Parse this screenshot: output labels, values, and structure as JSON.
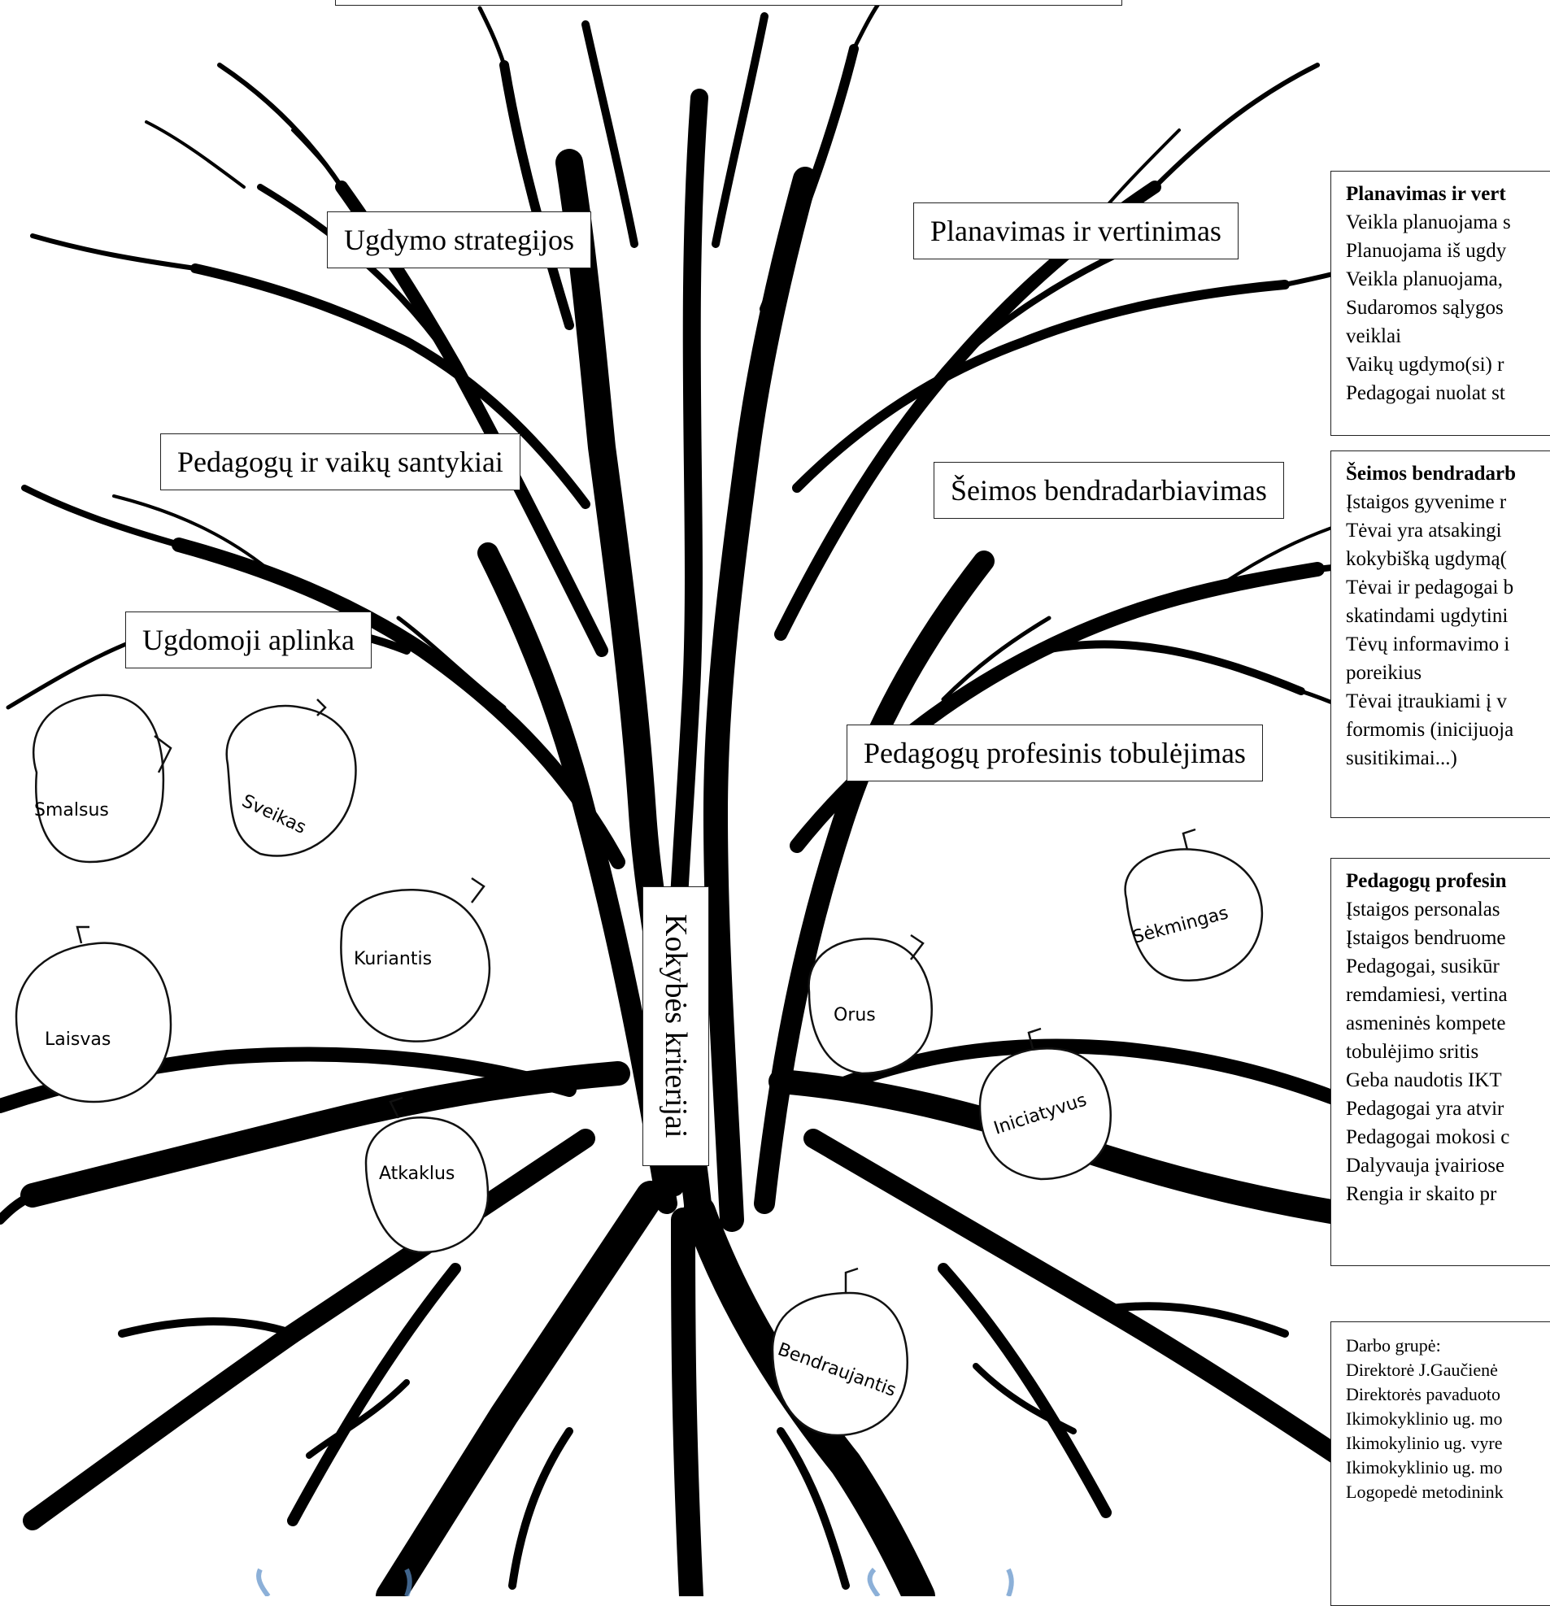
{
  "center_label": "Kokybės kriterijai",
  "branch_labels": {
    "ugdymo_strategijos": "Ugdymo strategijos",
    "planavimas": "Planavimas ir vertinimas",
    "santykiai": "Pedagogų ir vaikų santykiai",
    "seimos": "Šeimos bendradarbiavimas",
    "aplinka": "Ugdomoji aplinka",
    "tobulejimas": "Pedagogų profesinis tobulėjimas"
  },
  "leaves": {
    "smalsus": "Smalsus",
    "sveikas": "Sveikas",
    "laisvas": "Laisvas",
    "kuriantis": "Kuriantis",
    "orus": "Orus",
    "sekmingas": "Sėkmingas",
    "atkaklus": "Atkaklus",
    "iniciatyvus": "Iniciatyvus",
    "bendraujantis": "Bendraujantis"
  },
  "panels": {
    "planavimas": {
      "heading": "Planavimas ir vert",
      "lines": [
        "Veikla planuojama s",
        "Planuojama iš ugdy",
        "Veikla planuojama,",
        "Sudaromos sąlygos",
        "veiklai",
        "Vaikų ugdymo(si) r",
        "Pedagogai nuolat st"
      ]
    },
    "seimos": {
      "heading": "Šeimos bendradarb",
      "lines": [
        "Įstaigos gyvenime r",
        "Tėvai yra atsakingi",
        "kokybišką ugdymą(",
        "Tėvai ir pedagogai b",
        "skatindami ugdytini",
        "Tėvų informavimo i",
        "poreikius",
        " Tėvai įtraukiami į v",
        "formomis (inicijuoja",
        "susitikimai...)"
      ]
    },
    "tobulejimas": {
      "heading": "Pedagogų profesin",
      "lines": [
        "Įstaigos personalas",
        "Įstaigos bendruome",
        " Pedagogai, susikūr",
        "remdamiesi, vertina",
        "asmeninės kompete",
        "tobulėjimo sritis",
        "Geba naudotis IKT",
        "Pedagogai yra atvir",
        "Pedagogai mokosi c",
        "Dalyvauja įvairiose",
        " Rengia ir skaito pr"
      ]
    },
    "darbo_grupe": {
      "heading": "Darbo grupė:",
      "lines": [
        "Direktorė J.Gaučienė",
        "Direktorės pavaduoto",
        "Ikimokyklinio ug. mo",
        "Ikimokylinio ug. vyre",
        "Ikimokyklinio ug. mo",
        "Logopedė metodinink"
      ]
    }
  }
}
